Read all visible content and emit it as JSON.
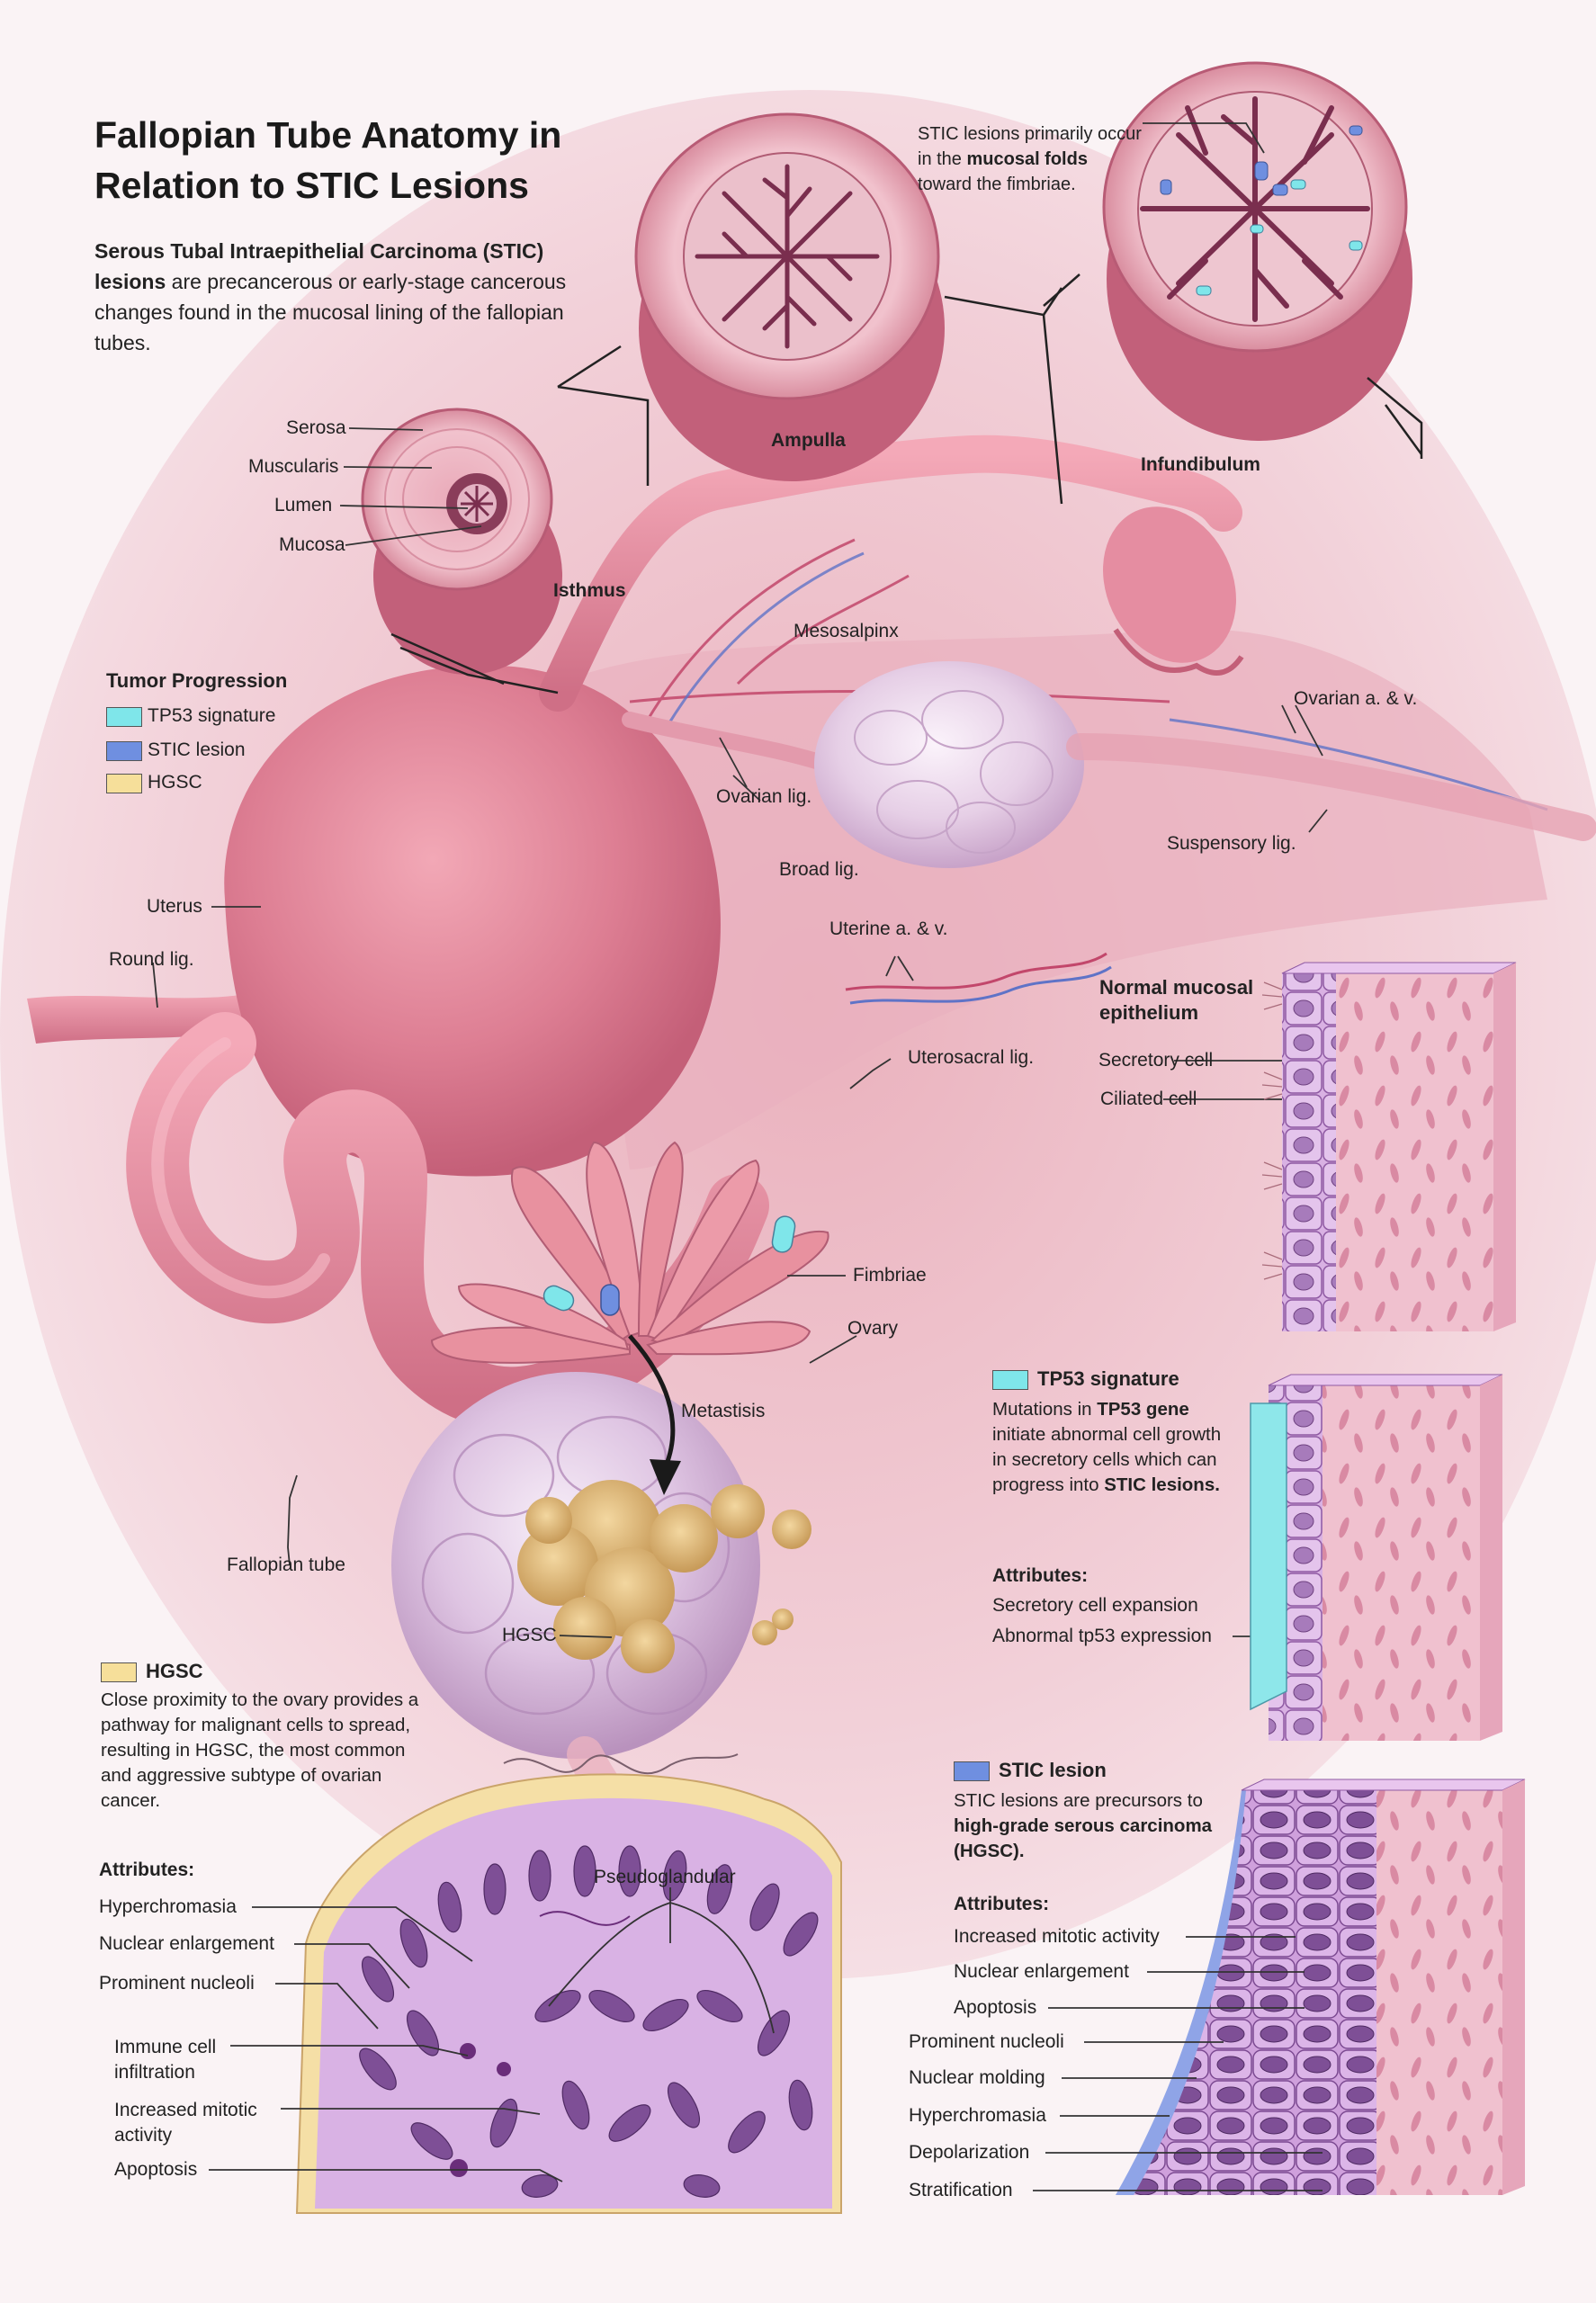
{
  "header": {
    "title_line1": "Fallopian Tube Anatomy in",
    "title_line2": "Relation to STIC Lesions",
    "intro_bold": "Serous Tubal Intraepithelial Carcinoma (STIC) lesions",
    "intro_rest": " are precancerous or early-stage cancerous changes found in the mucosal lining of the fallopian tubes."
  },
  "cross_sections": {
    "isthmus_layers": [
      "Serosa",
      "Muscularis",
      "Lumen",
      "Mucosa"
    ],
    "isthmus": "Isthmus",
    "ampulla": "Ampulla",
    "infundibulum": "Infundibulum",
    "note_pre": "STIC lesions primarily occur in the ",
    "note_bold": "mucosal folds",
    "note_post": " toward the fimbriae."
  },
  "legend": {
    "title": "Tumor Progression",
    "items": [
      {
        "label": "TP53 signature",
        "color": "#7fe6ea"
      },
      {
        "label": "STIC lesion",
        "color": "#6f8fe0"
      },
      {
        "label": "HGSC",
        "color": "#f6df9a"
      }
    ]
  },
  "anatomy": {
    "mesosalpinx": "Mesosalpinx",
    "ovarian_av": "Ovarian a. & v.",
    "ovarian_lig": "Ovarian lig.",
    "suspensory_lig": "Suspensory lig.",
    "broad_lig": "Broad lig.",
    "uterus": "Uterus",
    "round_lig": "Round lig.",
    "uterine_av": "Uterine a. & v.",
    "uterosacral_lig": "Uterosacral lig.",
    "fimbriae": "Fimbriae",
    "ovary": "Ovary",
    "metastisis": "Metastisis",
    "fallopian_tube": "Fallopian tube",
    "hgsc": "HGSC"
  },
  "normal_epithelium": {
    "title_line1": "Normal mucosal",
    "title_line2": "epithelium",
    "labels": [
      "Secretory cell",
      "Ciliated cell"
    ]
  },
  "tp53": {
    "title": "TP53 signature",
    "desc_pre": "Mutations in ",
    "desc_bold": "TP53 gene",
    "desc_mid": " initiate abnormal cell growth in secretory cells which can progress into ",
    "desc_bold2": "STIC lesions.",
    "attributes_title": "Attributes:",
    "attributes": [
      "Secretory cell expansion",
      "Abnormal tp53 expression"
    ]
  },
  "hgsc_panel": {
    "title": "HGSC",
    "desc": "Close proximity to the ovary provides a pathway for malignant cells to spread, resulting in HGSC, the most common and aggressive subtype of ovarian cancer.",
    "attributes_title": "Attributes:",
    "attributes": [
      "Hyperchromasia",
      "Nuclear enlargement",
      "Prominent nucleoli",
      "Immune cell infiltration",
      "Increased mitotic activity",
      "Apoptosis"
    ],
    "pseudoglandular": "Pseudoglandular"
  },
  "stic_panel": {
    "title": "STIC lesion",
    "desc_pre": "STIC lesions are precursors to ",
    "desc_bold": "high-grade serous carcinoma (HGSC).",
    "attributes_title": "Attributes:",
    "attributes": [
      "Increased mitotic activity",
      "Nuclear enlargement",
      "Apoptosis",
      "Prominent nucleoli",
      "Nuclear molding",
      "Hyperchromasia",
      "Depolarization",
      "Stratification"
    ]
  }
}
